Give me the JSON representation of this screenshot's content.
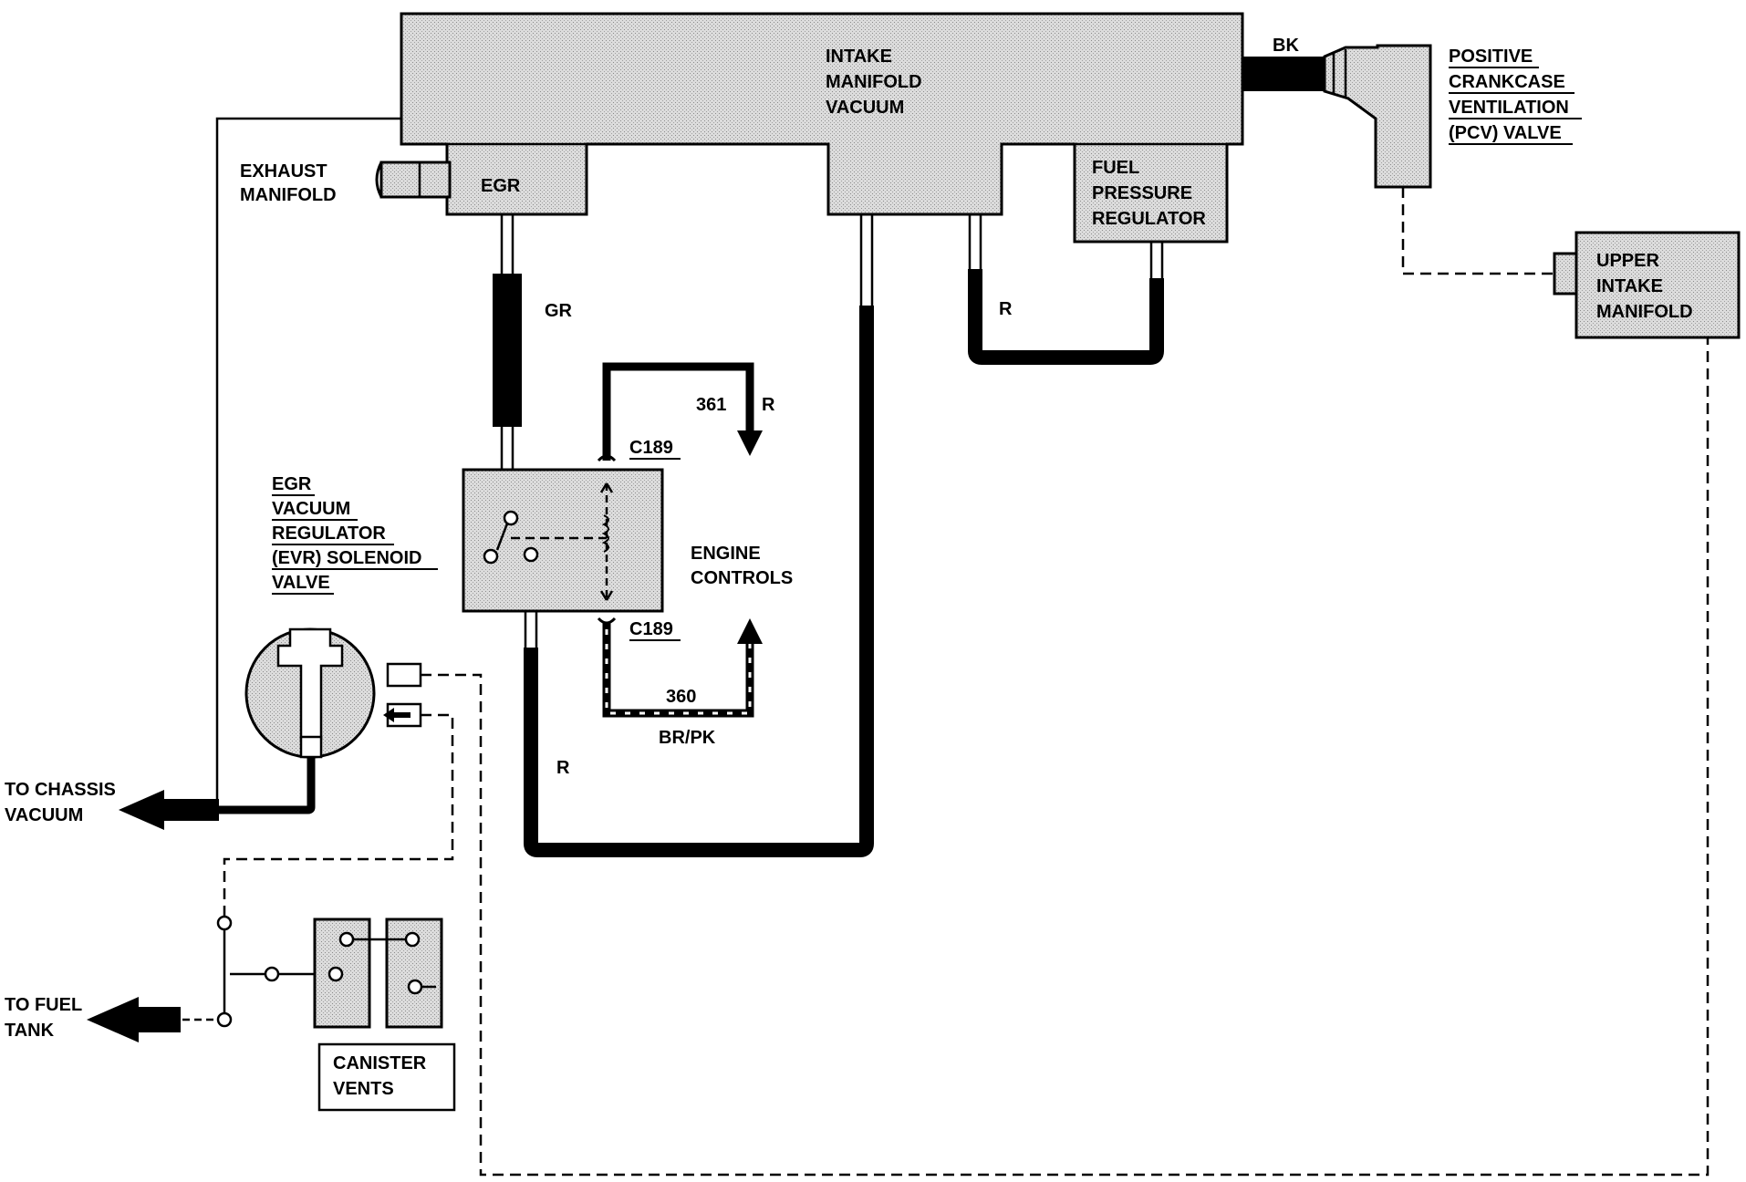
{
  "components": {
    "intake_manifold": [
      "INTAKE",
      "MANIFOLD",
      "VACUUM"
    ],
    "egr": "EGR",
    "exhaust_manifold": [
      "EXHAUST",
      "MANIFOLD"
    ],
    "fuel_pressure_regulator": [
      "FUEL",
      "PRESSURE",
      "REGULATOR"
    ],
    "pcv_valve": [
      "POSITIVE",
      "CRANKCASE",
      "VENTILATION",
      "(PCV) VALVE"
    ],
    "upper_intake_manifold": [
      "UPPER",
      "INTAKE",
      "MANIFOLD"
    ],
    "evr_solenoid": [
      "EGR",
      "VACUUM",
      "REGULATOR",
      "(EVR) SOLENOID",
      "VALVE"
    ],
    "engine_controls": [
      "ENGINE",
      "CONTROLS"
    ],
    "canister_vents": [
      "CANISTER",
      "VENTS"
    ],
    "to_chassis_vacuum": [
      "TO CHASSIS",
      "VACUUM"
    ],
    "to_fuel_tank": [
      "TO FUEL",
      "TANK"
    ]
  },
  "hose_colors": {
    "bk": "BK",
    "gr": "GR",
    "r_fpr": "R",
    "r_main": "R"
  },
  "wiring": {
    "circuit_361": "361",
    "color_361": "R",
    "connector_top": "C189",
    "connector_bottom": "C189",
    "circuit_360": "360",
    "color_360": "BR/PK"
  }
}
